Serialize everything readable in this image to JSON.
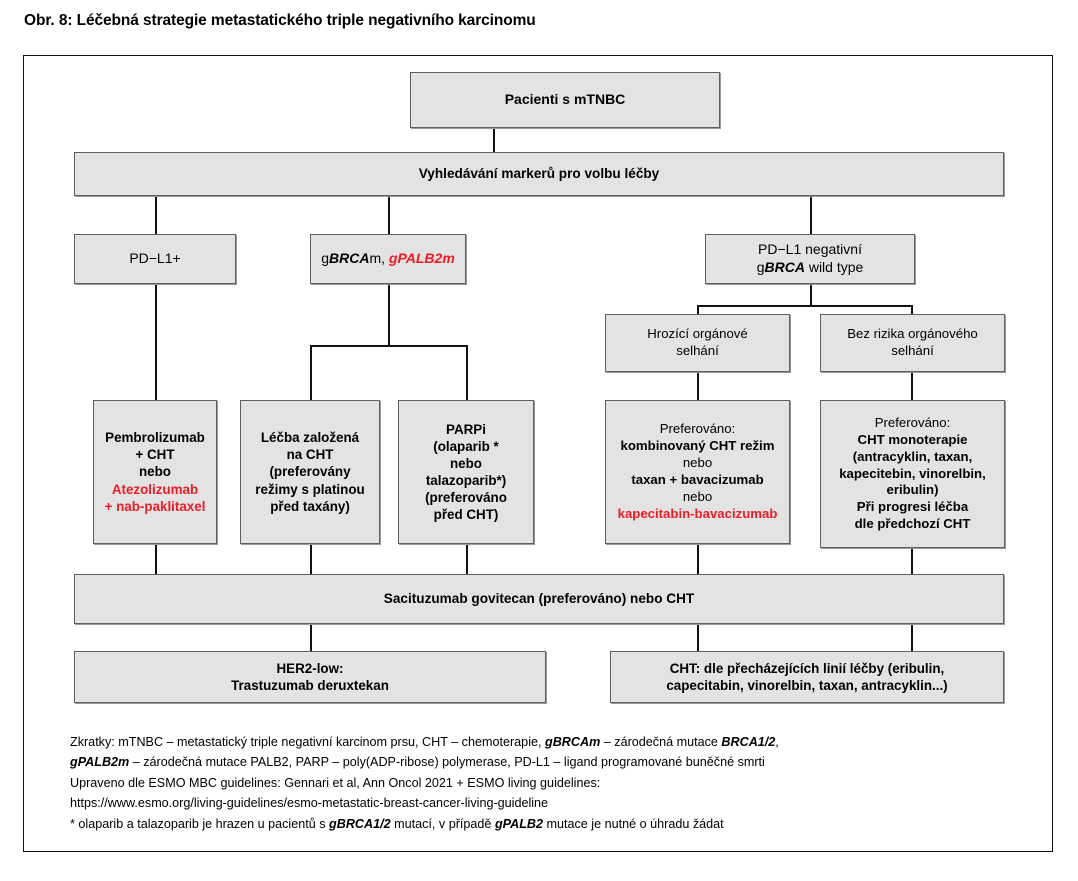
{
  "title": "Obr. 8: Léčebná strategie metastatického triple negativního karcinomu",
  "nodes": {
    "root": "Pacienti s mTNBC",
    "markers": "Vyhledávání markerů pro volbu léčby",
    "pdl1_pos": "PD−L1+",
    "gbrca_label_plain": "g",
    "gbrca_label_italic": "BRCA",
    "gbrca_label_tail": "m, ",
    "gpalb2_label": "gPALB2m",
    "pdl1_neg_line1": "PD−L1 negativní",
    "pdl1_neg_line2_pre": "g",
    "pdl1_neg_line2_it": "BRCA",
    "pdl1_neg_line2_post": " wild type",
    "organ_failure_risk": "Hrozící orgánové\nselhání",
    "organ_failure_norisk": "Bez rizika orgánového\nselhání",
    "pembro": {
      "black": "Pembrolizumab\n+ CHT\nnebo",
      "red": "Atezolizumab\n+ nab-paklitaxel"
    },
    "cht_based": "Léčba založená\nna CHT\n(preferovány\nrežimy s platinou\npřed taxány)",
    "parpi": "PARPi\n(olaparib *\nnebo\ntalazoparib*)\n(preferováno\npřed CHT)",
    "combo": {
      "l1": "Preferováno:",
      "l2": "kombinovaný CHT režim",
      "l3": "nebo",
      "l4": "taxan + bavacizumab",
      "l5": "nebo",
      "l6": "kapecitabin-bavacizumab"
    },
    "mono": {
      "l1": "Preferováno:",
      "l2": "CHT monoterapie",
      "l3": "(antracyklin, taxan,",
      "l4": "kapecitebin, vinorelbin,",
      "l5": "eribulin)",
      "l6": "Při progresi léčba",
      "l7": "dle předchozí CHT"
    },
    "sacituzumab": "Sacituzumab govitecan (preferováno) nebo CHT",
    "her2low": "HER2-low:\nTrastuzumab deruxtekan",
    "cht_lines": "CHT: dle přecházejících linií léčby (eribulin,\ncapecitabin, vinorelbin, taxan, antracyklin...)"
  },
  "footnotes": {
    "line1_a": "Zkratky: mTNBC – metastatický triple negativní karcinom prsu, CHT – chemoterapie, ",
    "line1_it": "gBRCAm",
    "line1_b": " – zárodečná mutace ",
    "line1_it2": "BRCA1/2",
    "line1_c": ",",
    "line2_it": "gPALB2m",
    "line2_a": " – zárodečná mutace PALB2,  PARP – poly(ADP-ribose) polymerase, PD-L1 – ligand programované buněčné smrti",
    "line3": "Upraveno dle ESMO MBC guidelines: Gennari et al, Ann Oncol 2021 + ESMO living guidelines:",
    "line4": "https://www.esmo.org/living-guidelines/esmo-metastatic-breast-cancer-living-guideline",
    "line5_a": "* olaparib a talazoparib je hrazen u pacientů s ",
    "line5_it": "gBRCA1/2",
    "line5_b": " mutací, v případě ",
    "line5_it2": "gPALB2",
    "line5_c": " mutace je nutné o úhradu žádat"
  },
  "colors": {
    "box_fill": "#e3e3e3",
    "box_border": "#5f5f5f",
    "accent_red": "#ee1c24",
    "line": "#111111"
  }
}
